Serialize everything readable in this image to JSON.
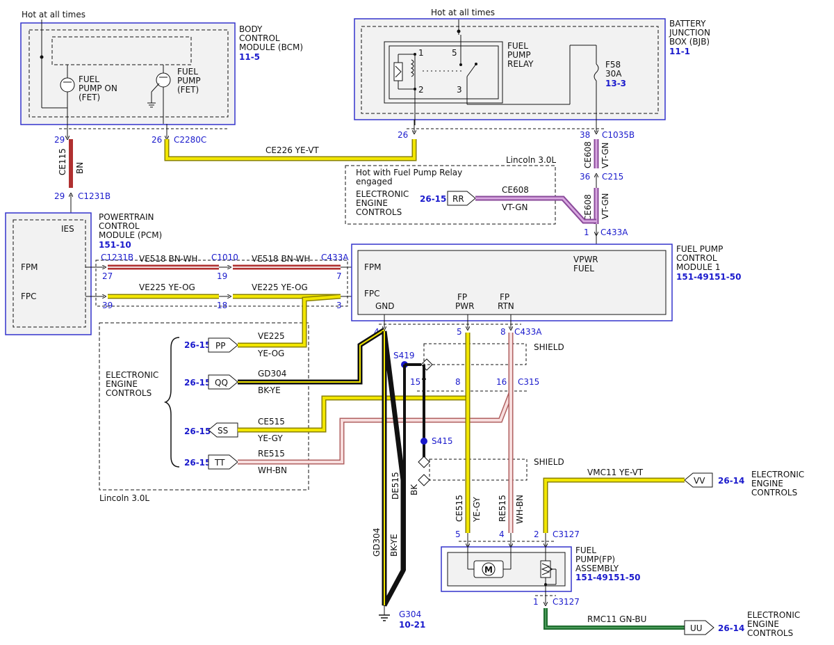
{
  "colors": {
    "module_border": "#3333cc",
    "module_fill": "#f2f2f2",
    "ref_blue": "#1a1acc",
    "wire_yellow": "#f2e600",
    "wire_red": "#b03030",
    "wire_violet": "#b070c0",
    "wire_black": "#111111",
    "wire_pink": "#f0c8c8",
    "wire_green": "#1e6e2e"
  },
  "bcm": {
    "hot": "Hot at all times",
    "title": [
      "BODY",
      "CONTROL",
      "MODULE (BCM)"
    ],
    "ref": "11-5",
    "fet1": [
      "FUEL",
      "PUMP ON",
      "(FET)"
    ],
    "fet2": [
      "FUEL",
      "PUMP",
      "(FET)"
    ],
    "pin_left": "29",
    "pin_right": "26",
    "conn_right": "C2280C"
  },
  "bjb": {
    "hot": "Hot at all times",
    "title": [
      "BATTERY",
      "JUNCTION",
      "BOX (BJB)"
    ],
    "ref": "11-1",
    "relay": [
      "FUEL",
      "PUMP",
      "RELAY"
    ],
    "relay_pins": [
      "1",
      "5",
      "2",
      "3"
    ],
    "fuse": [
      "F58",
      "30A"
    ],
    "fuse_ref": "13-3",
    "pin_out": "26",
    "pin_fuse": "38",
    "conn_fuse": "C1035B"
  },
  "wires": {
    "ce226": "CE226  YE-VT",
    "ce115": "CE115",
    "bn": "BN",
    "ce608_circuit": "CE608",
    "ce608_color": "VT-GN",
    "ve518": "VE518  BN-WH",
    "ve225": "VE225  YE-OG",
    "ve225_c": "VE225",
    "ye_og": "YE-OG",
    "gd304": "GD304",
    "bk_ye": "BK-YE",
    "ce515": "CE515",
    "ye_gy": "YE-GY",
    "re515": "RE515",
    "wh_bn": "WH-BN",
    "de515": "DE515",
    "bk": "BK",
    "vmc11": "VMC11  YE-VT",
    "rmc11": "RMC11  GN-BU"
  },
  "connectors": {
    "c1231b": "C1231B",
    "c215": "C215",
    "c433a": "C433A",
    "c1010": "C1010",
    "c315": "C315",
    "c3127": "C3127",
    "s419": "S419",
    "s415": "S415",
    "shield": "SHIELD",
    "pin29": "29",
    "pin36": "36",
    "pin1": "1",
    "pin27": "27",
    "pin19": "19",
    "pin7": "7",
    "pin39": "39",
    "pin18": "18",
    "pin3": "3",
    "pin4": "4",
    "pin5": "5",
    "pin8": "8",
    "pin15": "15",
    "pin16": "16",
    "pin2": "2"
  },
  "pcm": {
    "title": [
      "POWERTRAIN",
      "CONTROL",
      "MODULE (PCM)"
    ],
    "ref": "151-10",
    "ies": "IES",
    "fpm": "FPM",
    "fpc": "FPC"
  },
  "fpcm": {
    "title": [
      "FUEL PUMP",
      "CONTROL",
      "MODULE 1"
    ],
    "ref": "151-49151-50",
    "fpm": "FPM",
    "fpc": "FPC",
    "gnd": "GND",
    "fp_pwr": [
      "FP",
      "PWR"
    ],
    "fp_rtn": [
      "FP",
      "RTN"
    ],
    "vpwr": [
      "VPWR",
      "FUEL"
    ]
  },
  "eec_top": {
    "hot": [
      "Hot with Fuel Pump Relay",
      "engaged"
    ],
    "lincoln": "Lincoln 3.0L",
    "label": [
      "ELECTRONIC",
      "ENGINE",
      "CONTROLS"
    ],
    "ref": "26-15",
    "tag": "RR"
  },
  "eec_left": {
    "label": [
      "ELECTRONIC",
      "ENGINE",
      "CONTROLS"
    ],
    "lincoln": "Lincoln 3.0L",
    "ref": "26-15",
    "tags": [
      "PP",
      "QQ",
      "SS",
      "TT"
    ]
  },
  "fuel_pump": {
    "title": [
      "FUEL",
      "PUMP(FP)",
      "ASSEMBLY"
    ],
    "ref": "151-49151-50",
    "motor": "M"
  },
  "eec_right": {
    "label": [
      "ELECTRONIC",
      "ENGINE",
      "CONTROLS"
    ],
    "ref": "26-14",
    "tag_vv": "VV",
    "tag_uu": "UU"
  },
  "ground": {
    "name": "G304",
    "ref": "10-21"
  }
}
